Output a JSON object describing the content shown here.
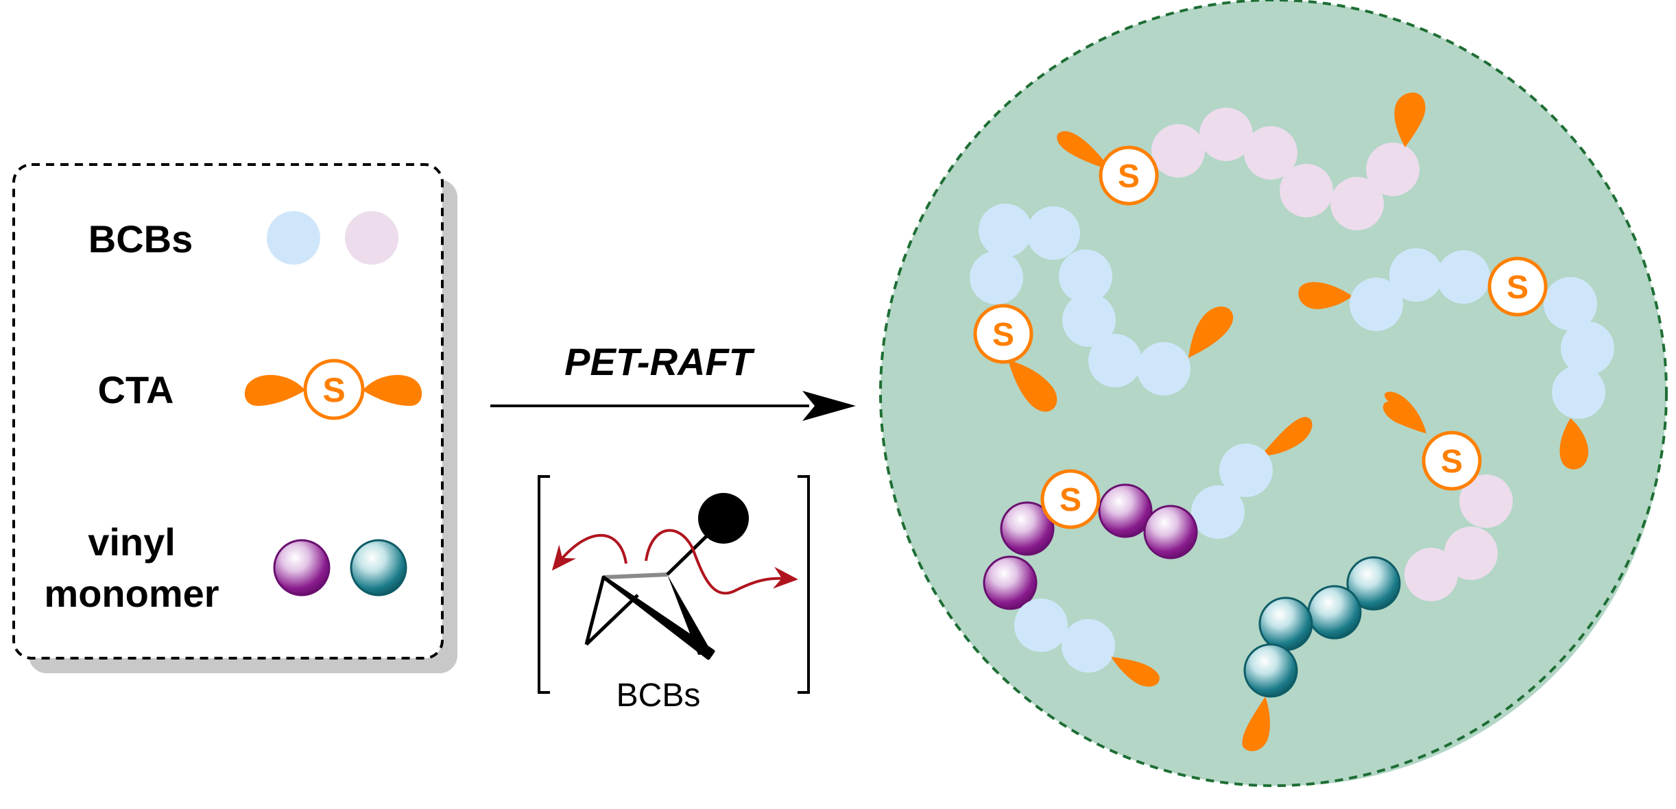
{
  "legend": {
    "bcbs_label": "BCBs",
    "cta_label": "CTA",
    "vinyl_label_line1": "vinyl",
    "vinyl_label_line2": "monomer",
    "cta_symbol": "S"
  },
  "reaction": {
    "arrow_label": "PET-RAFT",
    "bracket_caption": "BCBs"
  },
  "colors": {
    "bcb_blue": "#cfe6fa",
    "bcb_pink": "#ecdcec",
    "cta_orange": "#ff7f00",
    "monomer_purple": "#8a1c8e",
    "monomer_teal": "#1c7c8a",
    "circle_fill": "#b3d6c6",
    "circle_border": "#1e6e34",
    "arrow_red": "#b0141e"
  },
  "icons": {
    "cta": "cta-dumbbell-icon",
    "bcb_molecule": "bicyclobutane-icon",
    "reaction_arrow": "arrow-right-icon"
  }
}
